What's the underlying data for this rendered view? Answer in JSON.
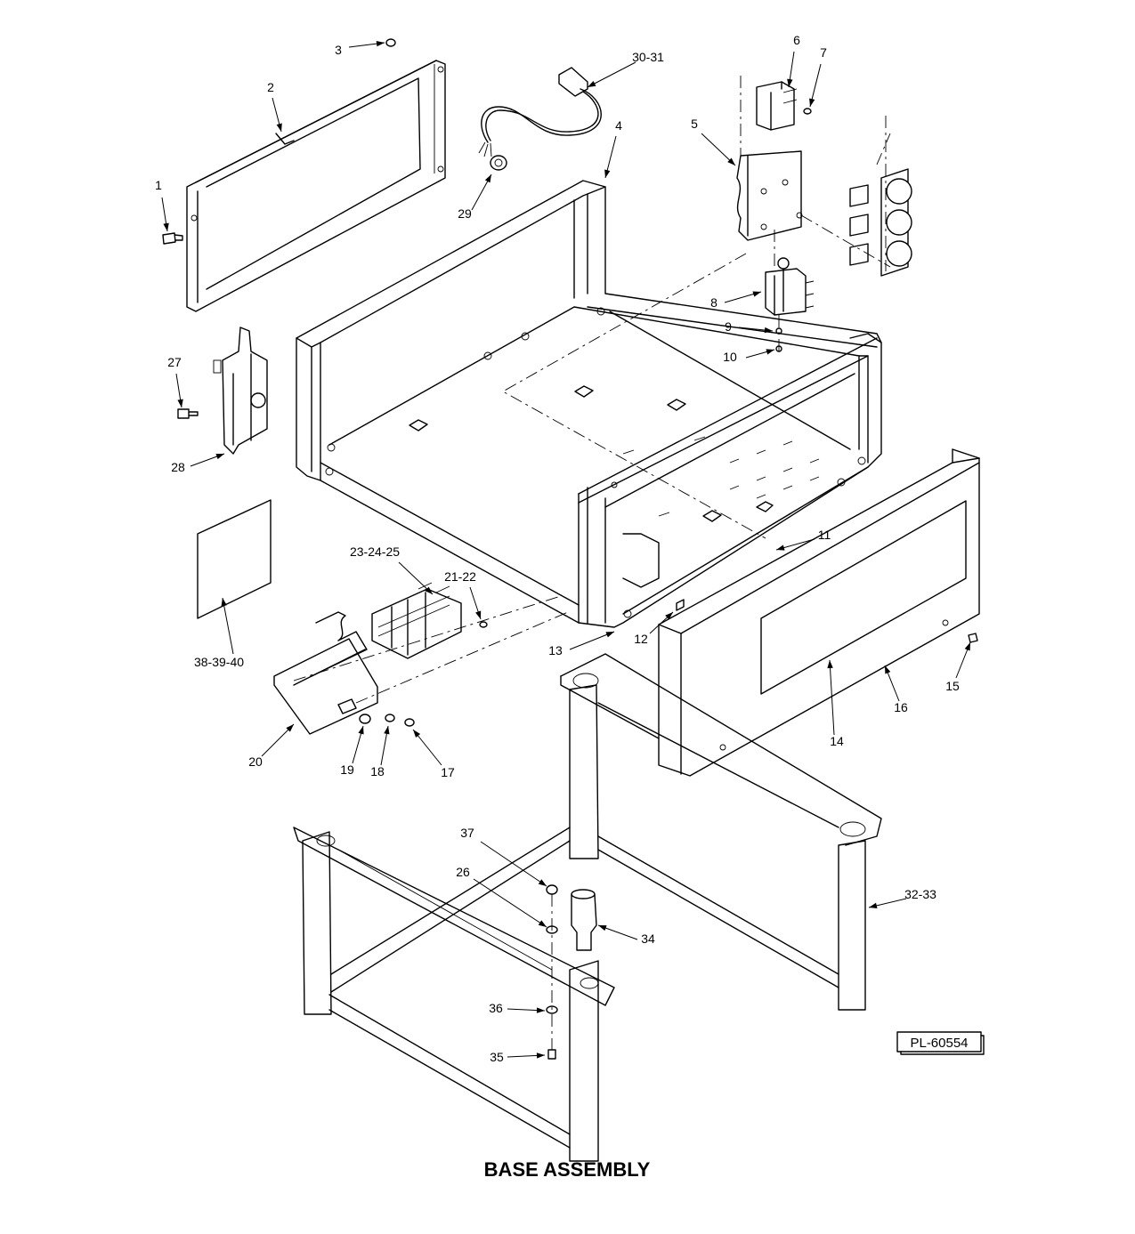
{
  "diagram": {
    "title": "BASE ASSEMBLY",
    "drawing_number": "PL-60554",
    "callouts": [
      {
        "id": "1",
        "label": "1"
      },
      {
        "id": "2",
        "label": "2"
      },
      {
        "id": "3",
        "label": "3"
      },
      {
        "id": "4",
        "label": "4"
      },
      {
        "id": "5",
        "label": "5"
      },
      {
        "id": "6",
        "label": "6"
      },
      {
        "id": "7",
        "label": "7"
      },
      {
        "id": "8",
        "label": "8"
      },
      {
        "id": "9",
        "label": "9"
      },
      {
        "id": "10",
        "label": "10"
      },
      {
        "id": "11",
        "label": "11"
      },
      {
        "id": "12",
        "label": "12"
      },
      {
        "id": "13",
        "label": "13"
      },
      {
        "id": "14",
        "label": "14"
      },
      {
        "id": "15",
        "label": "15"
      },
      {
        "id": "16",
        "label": "16"
      },
      {
        "id": "17",
        "label": "17"
      },
      {
        "id": "18",
        "label": "18"
      },
      {
        "id": "19",
        "label": "19"
      },
      {
        "id": "20",
        "label": "20"
      },
      {
        "id": "21-22",
        "label": "21-22"
      },
      {
        "id": "23-24-25",
        "label": "23-24-25"
      },
      {
        "id": "26",
        "label": "26"
      },
      {
        "id": "27",
        "label": "27"
      },
      {
        "id": "28",
        "label": "28"
      },
      {
        "id": "29",
        "label": "29"
      },
      {
        "id": "30-31",
        "label": "30-31"
      },
      {
        "id": "32-33",
        "label": "32-33"
      },
      {
        "id": "34",
        "label": "34"
      },
      {
        "id": "35",
        "label": "35"
      },
      {
        "id": "36",
        "label": "36"
      },
      {
        "id": "37",
        "label": "37"
      },
      {
        "id": "38-39-40",
        "label": "38-39-40"
      }
    ]
  }
}
